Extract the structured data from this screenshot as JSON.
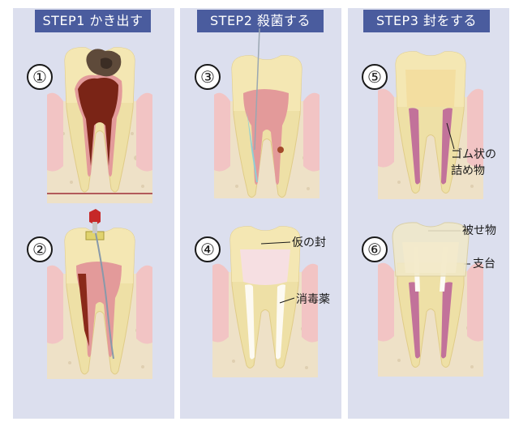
{
  "steps": [
    {
      "title": "STEP1 かき出す",
      "items": [
        {
          "number": "①"
        },
        {
          "number": "②"
        }
      ]
    },
    {
      "title": "STEP2 殺菌する",
      "items": [
        {
          "number": "③"
        },
        {
          "number": "④",
          "labels": [
            "仮の封",
            "消毒薬"
          ]
        }
      ]
    },
    {
      "title": "STEP3 封をする",
      "items": [
        {
          "number": "⑤",
          "labels": [
            "ゴム状の",
            "詰め物"
          ]
        },
        {
          "number": "⑥",
          "labels": [
            "被せ物",
            "支台"
          ]
        }
      ]
    }
  ],
  "colors": {
    "panel": "#dcdfee",
    "title_bar": "#4a5c9e",
    "crown": "#f4e7b3",
    "root": "#eee0a6",
    "gum": "#f2c4c4",
    "bone": "#eee1c7",
    "pulp": "#d99a9a",
    "decay": "#7a2416"
  }
}
